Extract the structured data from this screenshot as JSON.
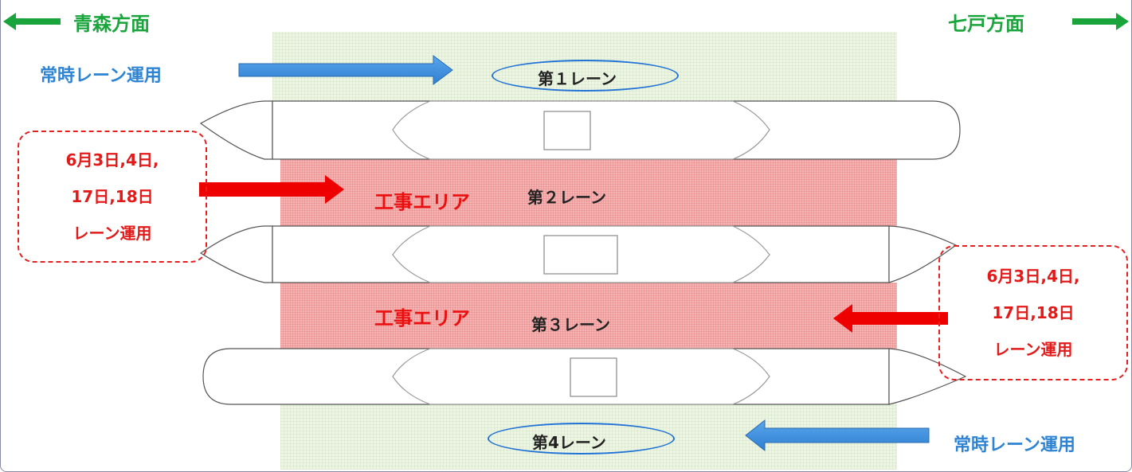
{
  "directions": {
    "left": "青森方面",
    "right": "七戸方面"
  },
  "regular_lane_use": {
    "top": "常時レーン運用",
    "bottom": "常時レーン運用"
  },
  "lanes": [
    "第１レーン",
    "第２レーン",
    "第３レーン",
    "第4レーン"
  ],
  "work_area_label": {
    "lane2": "工事エリア",
    "lane3": "工事エリア"
  },
  "schedule_notes": {
    "left": [
      "6月3日,4日,",
      "17日,18日",
      "レーン運用"
    ],
    "right": [
      "6月3日,4日,",
      "17日,18日",
      "レーン運用"
    ]
  },
  "colors": {
    "direction_arrow": "#1aa53c",
    "regular_arrow": "#3b8fe0",
    "work_arrow": "#ee0000",
    "work_area": "#f5b4b4",
    "lane_area": "#eef5e6"
  }
}
